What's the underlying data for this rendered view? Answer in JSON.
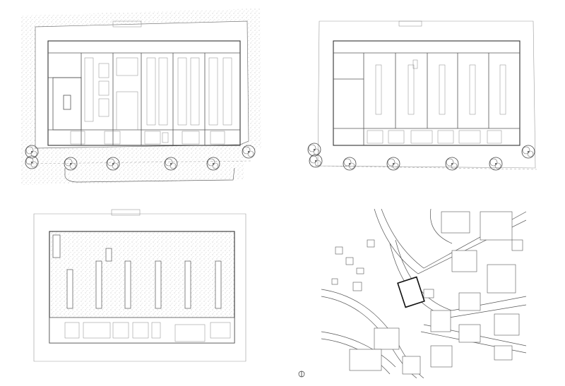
{
  "sheet": {
    "panels": [
      {
        "id": "ground-floor-plan",
        "kind": "floor-plan"
      },
      {
        "id": "upper-floor-plan",
        "kind": "floor-plan"
      },
      {
        "id": "roof-plan",
        "kind": "roof-plan"
      },
      {
        "id": "site-plan",
        "kind": "site-plan"
      }
    ],
    "north_arrow_icon": "north-arrow-icon",
    "colors": {
      "line": "#555555",
      "stipple": "#9a9a9a",
      "background": "#ffffff"
    }
  }
}
